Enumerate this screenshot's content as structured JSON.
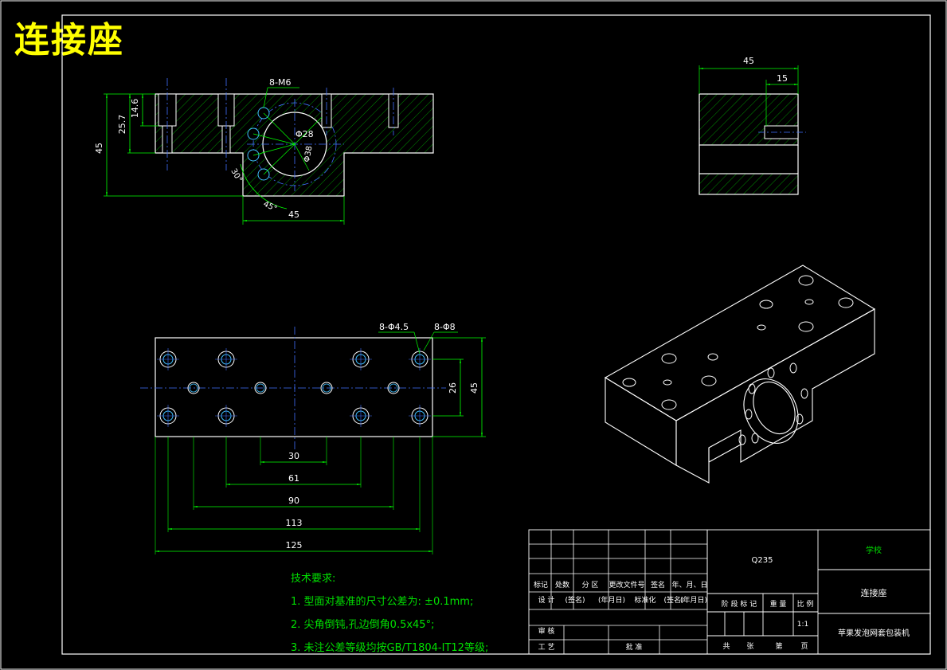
{
  "title": "连接座",
  "colors": {
    "outline": "#ffffff",
    "dimension": "#00ff00",
    "dim_text": "#ffffff",
    "annotation": "#ffff00",
    "hatch": "#00c000",
    "center": "#4070ff",
    "hole": "#40c0ff",
    "notes": "#00e000",
    "tb_text_green": "#00e000"
  },
  "front_view": {
    "dims": {
      "height_total": "45",
      "height_mid": "25.7",
      "height_top": "14.6",
      "holes_label": "8-M6",
      "bore": "Φ28",
      "bolt_circle": "Φ38",
      "angle_30": "30°",
      "angle_45": "45°",
      "width_base": "45"
    }
  },
  "side_view": {
    "dims": {
      "width": "45",
      "offset": "15"
    }
  },
  "top_view": {
    "dims": {
      "holes_small": "8-Φ4.5",
      "holes_large": "8-Φ8",
      "height_inner": "26",
      "height_outer": "45",
      "spacing_30": "30",
      "spacing_61": "61",
      "spacing_90": "90",
      "spacing_113": "113",
      "length_125": "125"
    }
  },
  "notes": {
    "heading": "技术要求:",
    "items": [
      "1. 型面对基准的尺寸公差为: ±0.1mm;",
      "2. 尖角倒钝,孔边倒角0.5x45°;",
      "3. 未注公差等级均按GB/T1804-IT12等级;"
    ]
  },
  "title_block": {
    "material": "Q235",
    "school": "学校",
    "part_name": "连接座",
    "machine_name": "苹果发泡网套包装机",
    "scale": "1:1",
    "row_labels": [
      "标记",
      "处数",
      "分 区",
      "更改文件号",
      "签名",
      "年、月、日"
    ],
    "design_row": [
      "设 计",
      "(签名)",
      "(年月日)",
      "标准化",
      "(签名)",
      "(年月日)"
    ],
    "review": "审 核",
    "process": "工 艺",
    "approve": "批 准",
    "stage_headers": [
      "阶 段 标 记",
      "重 量",
      "比 例"
    ],
    "sheet_footer": [
      "共",
      "张",
      "第",
      "页"
    ]
  }
}
